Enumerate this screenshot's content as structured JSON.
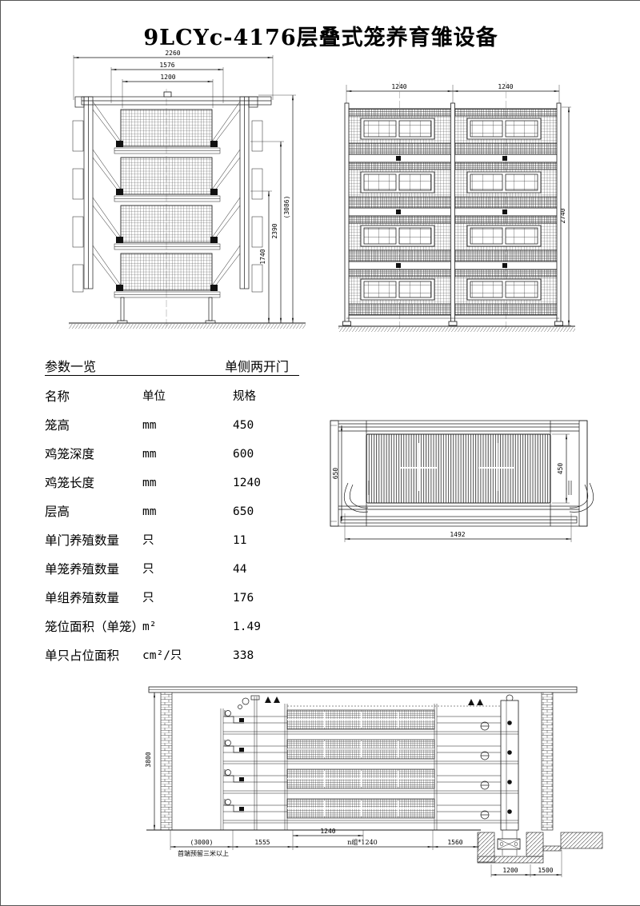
{
  "page": {
    "title": "9LCYc-4176层叠式笼养育雏设备"
  },
  "side_view": {
    "dim_w_outer": "2260",
    "dim_w_mid": "1576",
    "dim_w_cage": "1200",
    "dim_h1": "1740",
    "dim_h2": "2390",
    "dim_h3": "(3086)"
  },
  "front_view": {
    "dim_bay1": "1240",
    "dim_bay2": "1240",
    "dim_height": "2740"
  },
  "section_view": {
    "dim_layer": "650",
    "dim_cage_h": "450",
    "dim_width": "1492"
  },
  "install_view": {
    "dim_wall_h": "3800",
    "dim_reserve": "(3000)",
    "note": "首端预留三米以上",
    "dim_front": "1555",
    "dim_cage": "1240",
    "dim_row": "n组*1240",
    "dim_rear": "1560",
    "dim_pit_w": "1200",
    "dim_pit_r": "1500"
  },
  "params": {
    "section_title": "参数一览",
    "variant": "单侧两开门",
    "headers": [
      "名称",
      "单位",
      "规格"
    ],
    "rows": [
      [
        "笼高",
        "mm",
        "450"
      ],
      [
        "鸡笼深度",
        "mm",
        "600"
      ],
      [
        "鸡笼长度",
        "mm",
        "1240"
      ],
      [
        "层高",
        "mm",
        "650"
      ],
      [
        "单门养殖数量",
        "只",
        "11"
      ],
      [
        "单笼养殖数量",
        "只",
        "44"
      ],
      [
        "单组养殖数量",
        "只",
        "176"
      ],
      [
        "笼位面积（单笼）",
        "m²",
        "1.49"
      ],
      [
        "单只占位面积",
        "cm²/只",
        "338"
      ]
    ]
  }
}
